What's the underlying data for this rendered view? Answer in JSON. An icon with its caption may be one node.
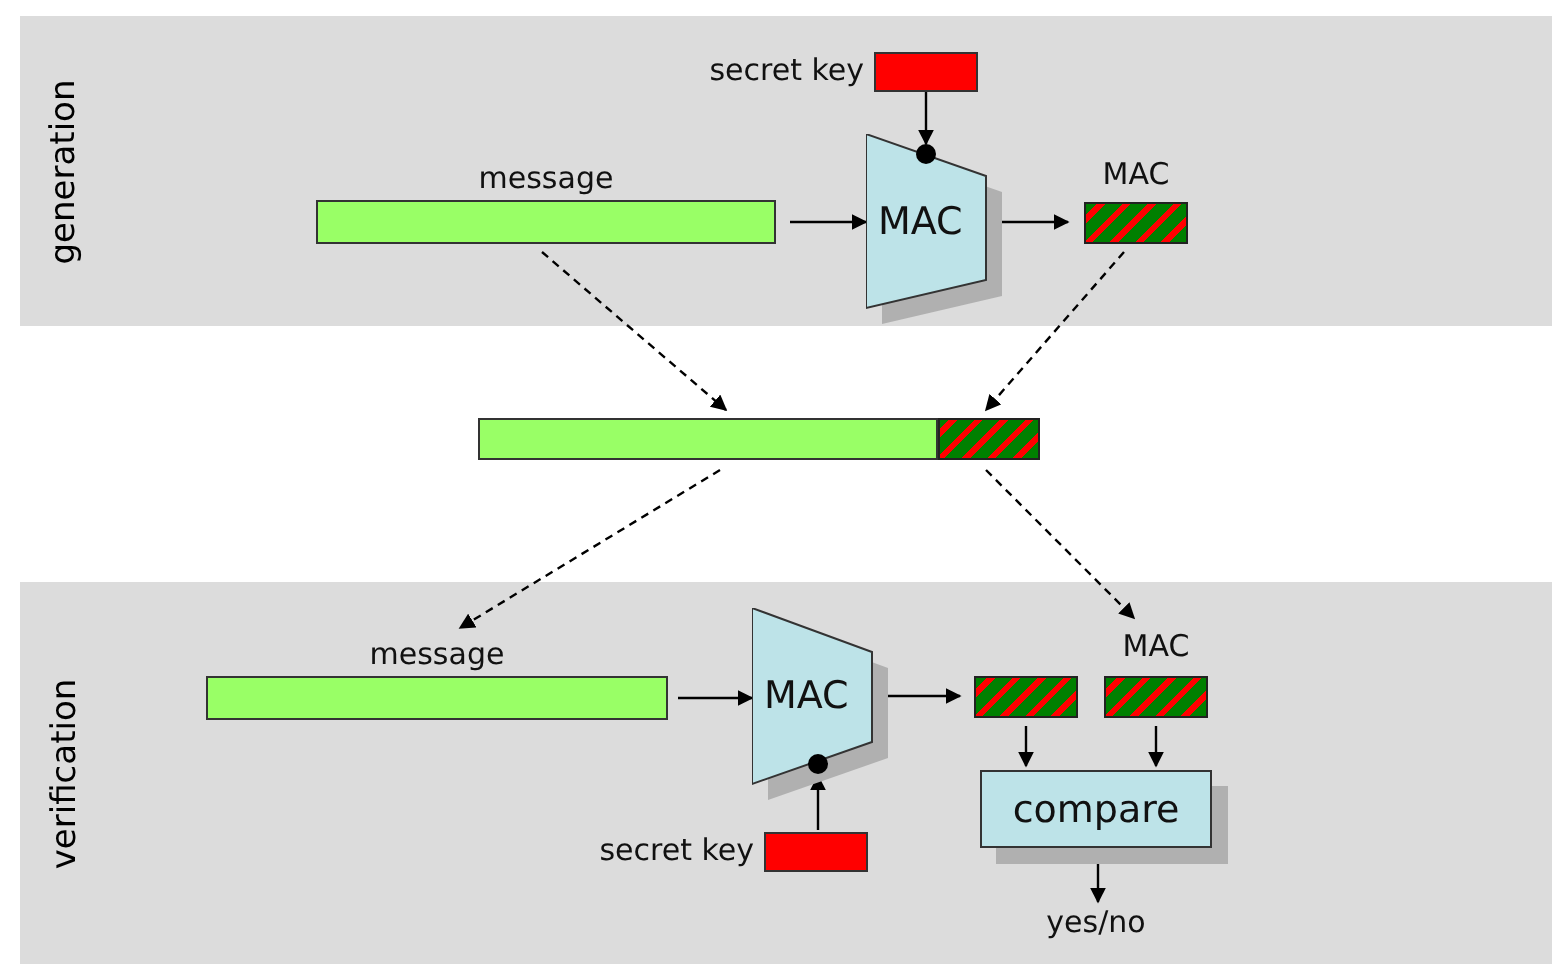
{
  "diagram": {
    "nodes": [
      {
        "text": [
          "generation"
        ]
      },
      {
        "text": [
          "message"
        ],
        "in": 0
      },
      {
        "text": [
          "secret key"
        ],
        "in": 0
      },
      {
        "text": [
          "MAC"
        ],
        "in": 0
      },
      {
        "text": [
          "MAC"
        ],
        "in": 0
      },
      {
        "text": [],
        "shape": "bar"
      },
      {
        "text": [],
        "shape": "bar"
      },
      {
        "text": [
          "verification"
        ]
      },
      {
        "text": [
          "message"
        ],
        "in": 7
      },
      {
        "text": [
          "MAC"
        ],
        "in": 7
      },
      {
        "text": [
          "secret key"
        ],
        "in": 7
      },
      {
        "text": [],
        "shape": "bar",
        "in": 7
      },
      {
        "text": [
          "MAC"
        ],
        "in": 7
      },
      {
        "text": [
          "compare"
        ],
        "in": 7
      },
      {
        "text": [
          "yes/no"
        ],
        "in": 7
      }
    ],
    "edges": [
      {
        "from": 1,
        "to": 3,
        "arrow": "to"
      },
      {
        "from": 2,
        "to": 3,
        "arrow": "to"
      },
      {
        "from": 3,
        "to": 4,
        "arrow": "to"
      },
      {
        "from": 1,
        "to": 5,
        "arrow": "to",
        "style": "dashed"
      },
      {
        "from": 4,
        "to": 6,
        "arrow": "to",
        "style": "dashed"
      },
      {
        "from": 5,
        "to": 8,
        "arrow": "to",
        "style": "dashed"
      },
      {
        "from": 6,
        "to": 12,
        "arrow": "to",
        "style": "dashed"
      },
      {
        "from": 8,
        "to": 9,
        "arrow": "to"
      },
      {
        "from": 10,
        "to": 9,
        "arrow": "to"
      },
      {
        "from": 9,
        "to": 11,
        "arrow": "to"
      },
      {
        "from": 11,
        "to": 13,
        "arrow": "to"
      },
      {
        "from": 12,
        "to": 13,
        "arrow": "to"
      },
      {
        "from": 13,
        "to": 14,
        "arrow": "to"
      }
    ]
  }
}
